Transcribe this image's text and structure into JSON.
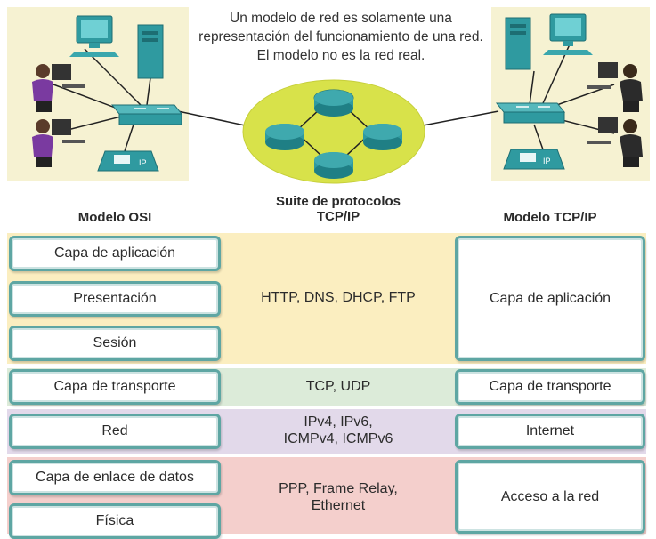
{
  "caption": "Un modelo de red es solamente una representación del funcionamiento de una red. El modelo no es la red real.",
  "headings": {
    "osi": "Modelo OSI",
    "suite_line1": "Suite de protocolos",
    "suite_line2": "TCP/IP",
    "tcpip": "Modelo TCP/IP"
  },
  "osi_layers": [
    "Capa de aplicación",
    "Presentación",
    "Sesión",
    "Capa de transporte",
    "Red",
    "Capa de enlace de datos",
    "Física"
  ],
  "protocols": {
    "application": "HTTP, DNS, DHCP, FTP",
    "transport": "TCP, UDP",
    "network": "IPv4, IPv6,\nICMPv4, ICMPv6",
    "link": "PPP, Frame Relay,\nEthernet"
  },
  "tcpip_layers": {
    "application": "Capa de aplicación",
    "transport": "Capa de transporte",
    "internet": "Internet",
    "network_access": "Acceso a la red"
  },
  "icons": {
    "phone_label_left": "IP",
    "phone_label_right": "IP"
  },
  "colors": {
    "band_application": "#fbeec0",
    "band_transport": "#dcebd9",
    "band_network": "#e2d9ea",
    "band_link": "#f4cfcc",
    "box_border": "#5ea6a3",
    "device_teal": "#2f9aa0",
    "scene_background": "#f6f2d2",
    "router_cloud": "#d8e24a"
  }
}
